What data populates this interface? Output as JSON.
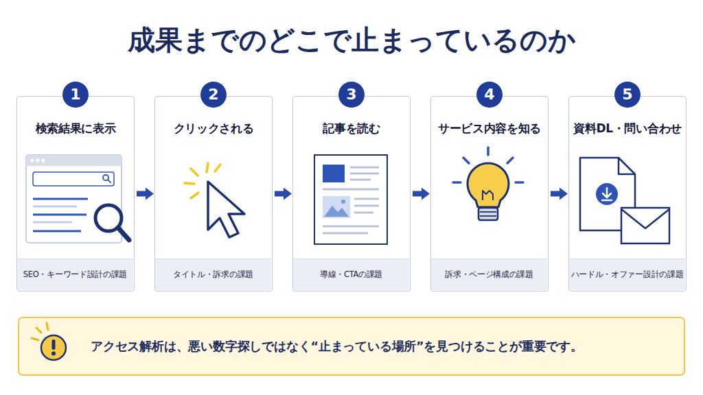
{
  "diagram": {
    "title": "成果までのどこで止まっているのか",
    "nodes": [
      {
        "text": [
          "検索結果に表示"
        ]
      },
      {
        "text": [
          "1"
        ],
        "in": 0
      },
      {
        "text": [
          "SEO・キーワード設計の課題"
        ],
        "in": 0
      },
      {
        "text": [
          "クリックされる"
        ]
      },
      {
        "text": [
          "2"
        ],
        "in": 3
      },
      {
        "text": [
          "タイトル・訴求の課題"
        ],
        "in": 3
      },
      {
        "text": [
          "記事を読む"
        ]
      },
      {
        "text": [
          "3"
        ],
        "in": 6
      },
      {
        "text": [
          "導線・CTAの課題"
        ],
        "in": 6
      },
      {
        "text": [
          "サービス内容を知る"
        ]
      },
      {
        "text": [
          "4"
        ],
        "in": 9
      },
      {
        "text": [
          "訴求・ページ構成の課題"
        ],
        "in": 9
      },
      {
        "text": [
          "資料DL・問い合わせ"
        ]
      },
      {
        "text": [
          "5"
        ],
        "in": 12
      },
      {
        "text": [
          "ハードル・オファー設計の課題"
        ],
        "in": 12
      },
      {
        "text": [
          "アクセス解析は、悪い数字探しではなく“止まっている場所”を見つけることが重要です。"
        ]
      }
    ],
    "edges": [
      {
        "from": 0,
        "to": 3,
        "arrow": "to"
      },
      {
        "from": 3,
        "to": 6,
        "arrow": "to"
      },
      {
        "from": 6,
        "to": 9,
        "arrow": "to"
      },
      {
        "from": 9,
        "to": 12,
        "arrow": "to"
      }
    ]
  }
}
